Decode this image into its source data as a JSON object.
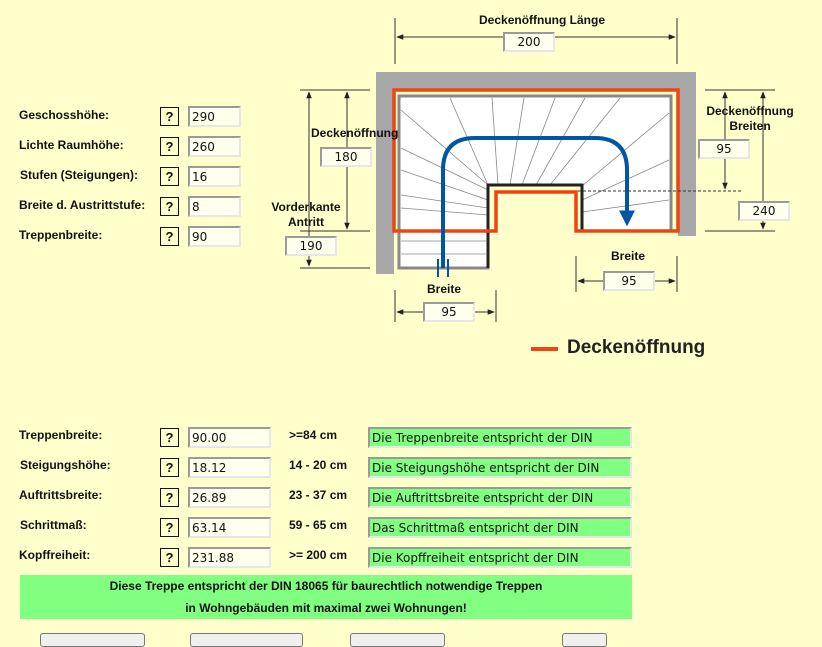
{
  "inputs": [
    {
      "label": "Geschosshöhe:",
      "value": "290"
    },
    {
      "label": "Lichte Raumhöhe:",
      "value": "260"
    },
    {
      "label": "Stufen (Steigungen):",
      "value": "16"
    },
    {
      "label": "Breite d. Austrittstufe:",
      "value": "8"
    },
    {
      "label": "Treppenbreite:",
      "value": "90"
    }
  ],
  "help_label": "?",
  "diagram": {
    "opening_length_label": "Deckenöffnung Länge",
    "opening_length": "200",
    "opening_label": "Deckenöffnung",
    "opening_depth": "180",
    "front_edge_label_1": "Vorderkante",
    "front_edge_label_2": "Antritt",
    "front_edge": "190",
    "opening_widths_label_1": "Deckenöffnung",
    "opening_widths_label_2": "Breiten",
    "opening_width_1": "95",
    "opening_width_total": "240",
    "width_left_label": "Breite",
    "width_left": "95",
    "width_right_label": "Breite",
    "width_right": "95",
    "legend_label": "Deckenöffnung",
    "colors": {
      "opening": "#ee4411",
      "walk_line": "#0055a5",
      "wall": "#a8a8a8"
    }
  },
  "results": [
    {
      "label": "Treppenbreite:",
      "value": "90.00",
      "range": ">=84 cm",
      "message": "Die Treppenbreite entspricht der DIN"
    },
    {
      "label": "Steigungshöhe:",
      "value": "18.12",
      "range": "14 - 20 cm",
      "message": "Die Steigungshöhe entspricht der DIN"
    },
    {
      "label": "Auftrittsbreite:",
      "value": "26.89",
      "range": "23 - 37 cm",
      "message": "Die Auftrittsbreite entspricht der DIN"
    },
    {
      "label": "Schrittmaß:",
      "value": "63.14",
      "range": "59 - 65 cm",
      "message": "Das Schrittmaß entspricht der DIN"
    },
    {
      "label": "Kopffreiheit:",
      "value": "231.88",
      "range": ">= 200 cm",
      "message": "Die Kopffreiheit entspricht der DIN"
    }
  ],
  "summary": {
    "line1": "Diese Treppe entspricht der DIN 18065 für baurechtlich notwendige Treppen",
    "line2": "in Wohngebäuden mit maximal zwei Wohnungen!",
    "color": "#80ff80"
  }
}
